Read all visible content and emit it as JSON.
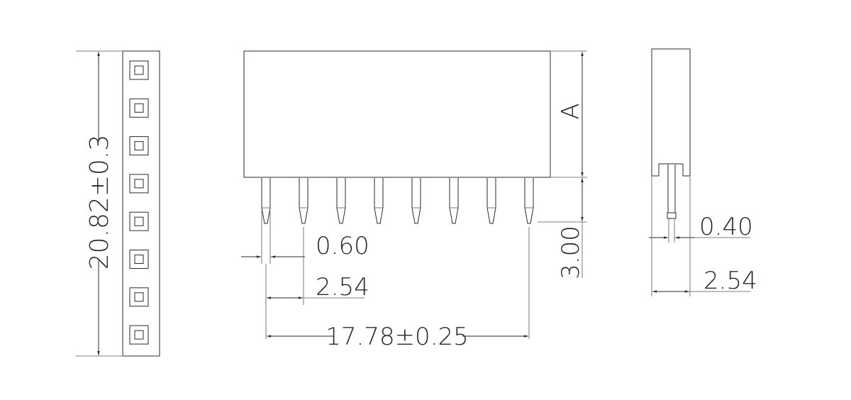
{
  "colors": {
    "stroke": "#2a2a2a",
    "background": "#ffffff"
  },
  "top_view": {
    "pin_count": 8
  },
  "front_view": {
    "pin_count": 8
  },
  "dimensions": {
    "length": "20.82±0.3",
    "height_label": "A",
    "pin_width": "0.60",
    "pitch": "2.54",
    "span": "17.78±0.25",
    "pin_length": "3.00",
    "side_pin_width": "0.40",
    "side_width": "2.54"
  }
}
